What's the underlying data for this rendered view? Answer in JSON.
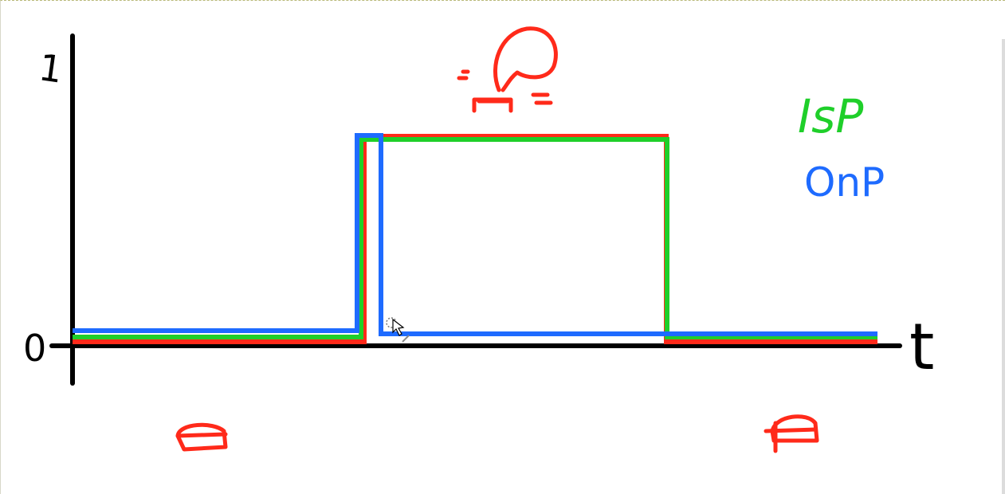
{
  "labels": {
    "y_one": "1",
    "y_zero": "0",
    "x_axis": "t",
    "legend_green": "IsP",
    "legend_blue": "OnP"
  },
  "colors": {
    "axis": "#000000",
    "red": "#ff2a1a",
    "green": "#1fcf2a",
    "blue": "#1e6bff",
    "background": "#ffffff"
  },
  "icons": {
    "top": "pressed-button-with-finger-icon",
    "bottom_left": "released-button-icon",
    "bottom_right": "released-button-icon"
  }
}
